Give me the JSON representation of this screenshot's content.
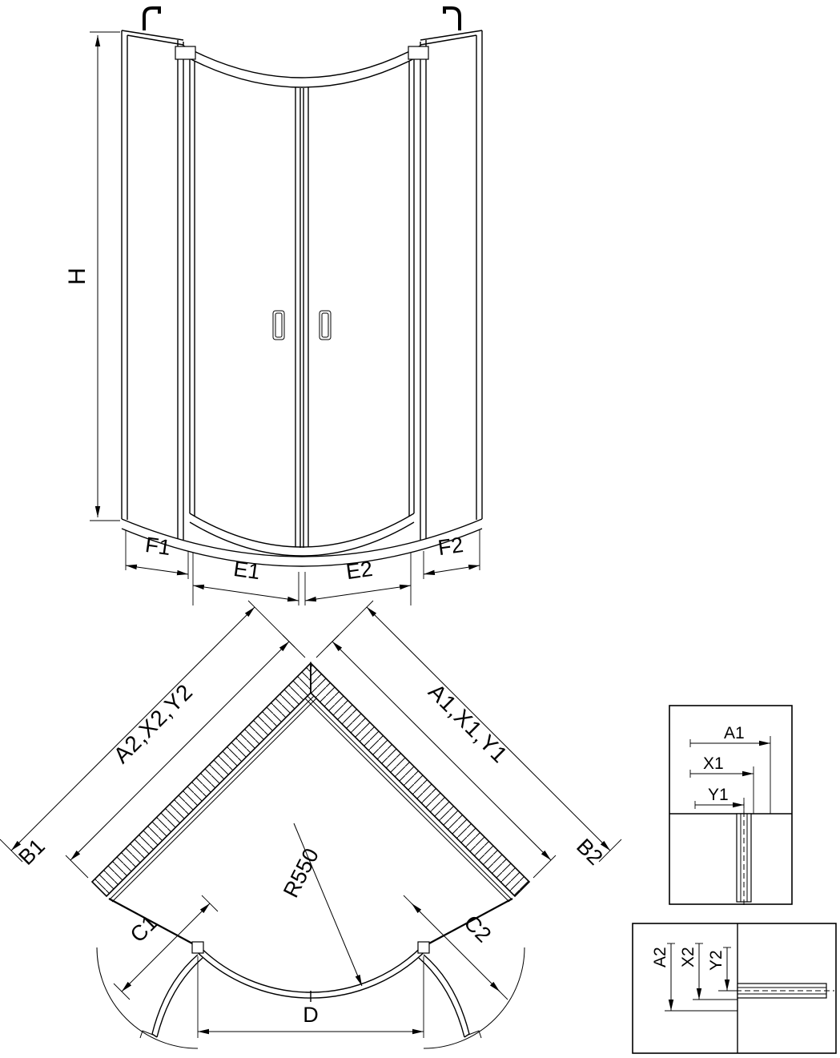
{
  "colors": {
    "line": "#000000",
    "background": "#ffffff"
  },
  "front_view": {
    "height": "H",
    "bottom_dims": {
      "f1": "F1",
      "e1": "E1",
      "e2": "E2",
      "f2": "F2"
    }
  },
  "plan_view": {
    "left_wall_dim": "A2,X2,Y2",
    "right_wall_dim": "A1,X1,Y1",
    "b1": "B1",
    "b2": "B2",
    "c1": "C1",
    "c2": "C2",
    "entry_width": "D",
    "radius": "R550"
  },
  "detail_top": {
    "a1": "A1",
    "x1": "X1",
    "y1": "Y1"
  },
  "detail_bottom": {
    "a2": "A2",
    "x2": "X2",
    "y2": "Y2"
  }
}
